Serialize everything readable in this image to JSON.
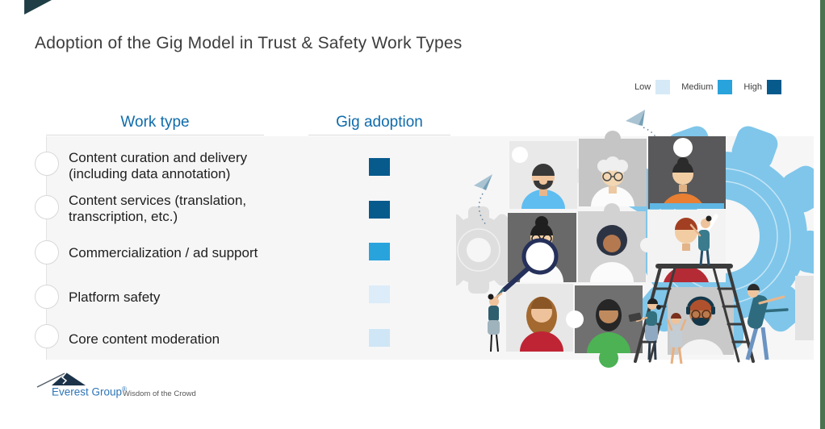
{
  "page": {
    "title": "Adoption of the Gig Model in Trust & Safety Work Types"
  },
  "legend": {
    "items": [
      {
        "label": "Low",
        "color": "#d6e9f6"
      },
      {
        "label": "Medium",
        "color": "#29a3dc"
      },
      {
        "label": "High",
        "color": "#075a8c"
      }
    ]
  },
  "table": {
    "headers": {
      "work_type": "Work type",
      "gig_adoption": "Gig adoption"
    },
    "rows": [
      {
        "lines": [
          "Content curation and delivery",
          "(including data annotation)"
        ],
        "level": "High",
        "color": "#075a8c"
      },
      {
        "lines": [
          "Content services (translation,",
          "transcription, etc.)"
        ],
        "level": "High",
        "color": "#075a8c"
      },
      {
        "lines": [
          "Commercialization / ad support"
        ],
        "level": "Medium",
        "color": "#29a3dc"
      },
      {
        "lines": [
          "Platform safety"
        ],
        "level": "Low",
        "color": "#dcecf8"
      },
      {
        "lines": [
          "Core content moderation"
        ],
        "level": "Low",
        "color": "#cfe6f6"
      }
    ]
  },
  "footer": {
    "brand": "Everest Group",
    "registered": "®",
    "tagline": "Wisdom of the Crowd"
  },
  "accents": {
    "corner": "#1f3e46",
    "edge_stripe": "#4a7350",
    "header_blue": "#0f6cab",
    "panel": "#f6f6f7"
  },
  "chart_data": {
    "type": "table",
    "title": "Adoption of the Gig Model in Trust & Safety Work Types",
    "columns": [
      "Work type",
      "Gig adoption"
    ],
    "categories": [
      "Content curation and delivery (including data annotation)",
      "Content services (translation, transcription, etc.)",
      "Commercialization / ad support",
      "Platform safety",
      "Core content moderation"
    ],
    "values": [
      "High",
      "High",
      "Medium",
      "Low",
      "Low"
    ],
    "scale": {
      "levels": [
        "Low",
        "Medium",
        "High"
      ],
      "colors": [
        "#d6e9f6",
        "#29a3dc",
        "#075a8c"
      ]
    },
    "legend_position": "top-right"
  }
}
